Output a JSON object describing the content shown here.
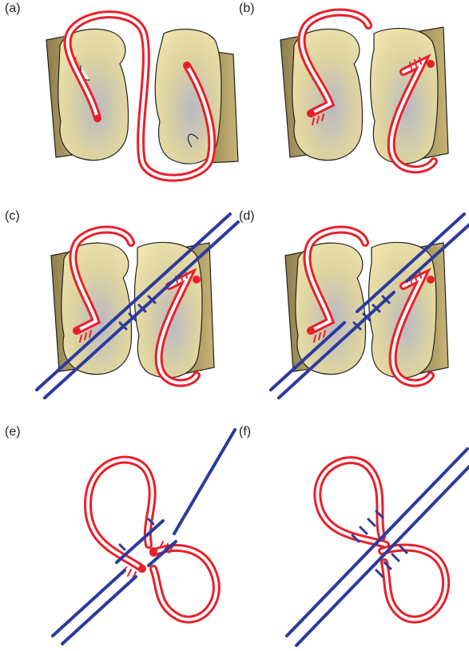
{
  "panels": [
    {
      "id": "a",
      "label": "(a)"
    },
    {
      "id": "b",
      "label": "(b)"
    },
    {
      "id": "c",
      "label": "(c)"
    },
    {
      "id": "d",
      "label": "(d)"
    },
    {
      "id": "e",
      "label": "(e)"
    },
    {
      "id": "f",
      "label": "(f)"
    }
  ],
  "colors": {
    "dna_strand": "#2b3a9e",
    "rna_strand": "#e8202a",
    "protein_fill_light": "#ece2a8",
    "protein_fill_dark": "#c9b67a",
    "protein_shadow": "#9a8a55",
    "protein_core": "#b9b9c4",
    "outline": "#222222"
  }
}
